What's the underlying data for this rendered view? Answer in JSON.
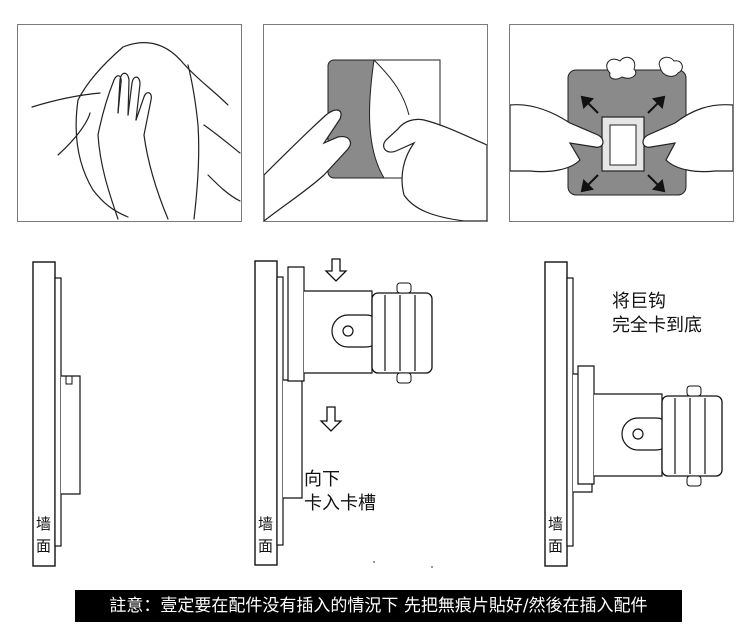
{
  "steps": {
    "wall_label": [
      "墙",
      "面"
    ],
    "step5_text": [
      "向下",
      "卡入卡槽"
    ],
    "step6_text": [
      "将巨钩",
      "完全卡到底"
    ]
  },
  "banner": {
    "notice": "註意：壹定要在配件没有插入的情況下 先把無痕片貼好/然後在插入配件"
  },
  "colors": {
    "pad": "#8a8a8a",
    "line": "#111111",
    "banner_bg": "#000000",
    "banner_text": "#ffffff"
  }
}
